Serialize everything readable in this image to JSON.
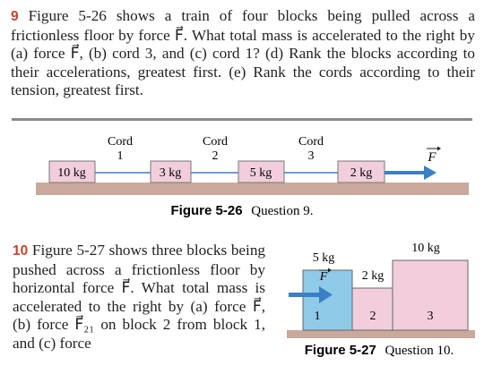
{
  "q9": {
    "number": "9",
    "text": "Figure 5-26 shows a train of four blocks being pulled across a frictionless floor by force F⃗. What total mass is accelerated to the right by (a) force F⃗, (b) cord 3, and (c) cord 1? (d) Rank the blocks according to their accelerations, greatest first. (e) Rank the cords according to their tension, greatest first."
  },
  "fig526": {
    "cords": [
      {
        "word": "Cord",
        "num": "1"
      },
      {
        "word": "Cord",
        "num": "2"
      },
      {
        "word": "Cord",
        "num": "3"
      }
    ],
    "blocks": [
      "10 kg",
      "3 kg",
      "5 kg",
      "2 kg"
    ],
    "force": "F",
    "caption_label": "Figure 5-26",
    "caption_text": "Question 9."
  },
  "q10": {
    "number": "10",
    "text": "Figure 5-27 shows three blocks being pushed across a frictionless floor by horizontal force F⃗. What total mass is accelerated to the right by (a) force F⃗, (b) force F⃗₂₁ on block 2 from block 1, and (c) force"
  },
  "fig527": {
    "masses": [
      "5 kg",
      "2 kg",
      "10 kg"
    ],
    "numbers": [
      "1",
      "2",
      "3"
    ],
    "force": "F",
    "caption_label": "Figure 5-27",
    "caption_text": "Question 10."
  },
  "colors": {
    "block_pink": "#f2cedd",
    "floor": "#c9a99c",
    "arrow": "#3b7fc4",
    "block_blue": "#8fcbe8",
    "accent_red": "#c8442c"
  }
}
